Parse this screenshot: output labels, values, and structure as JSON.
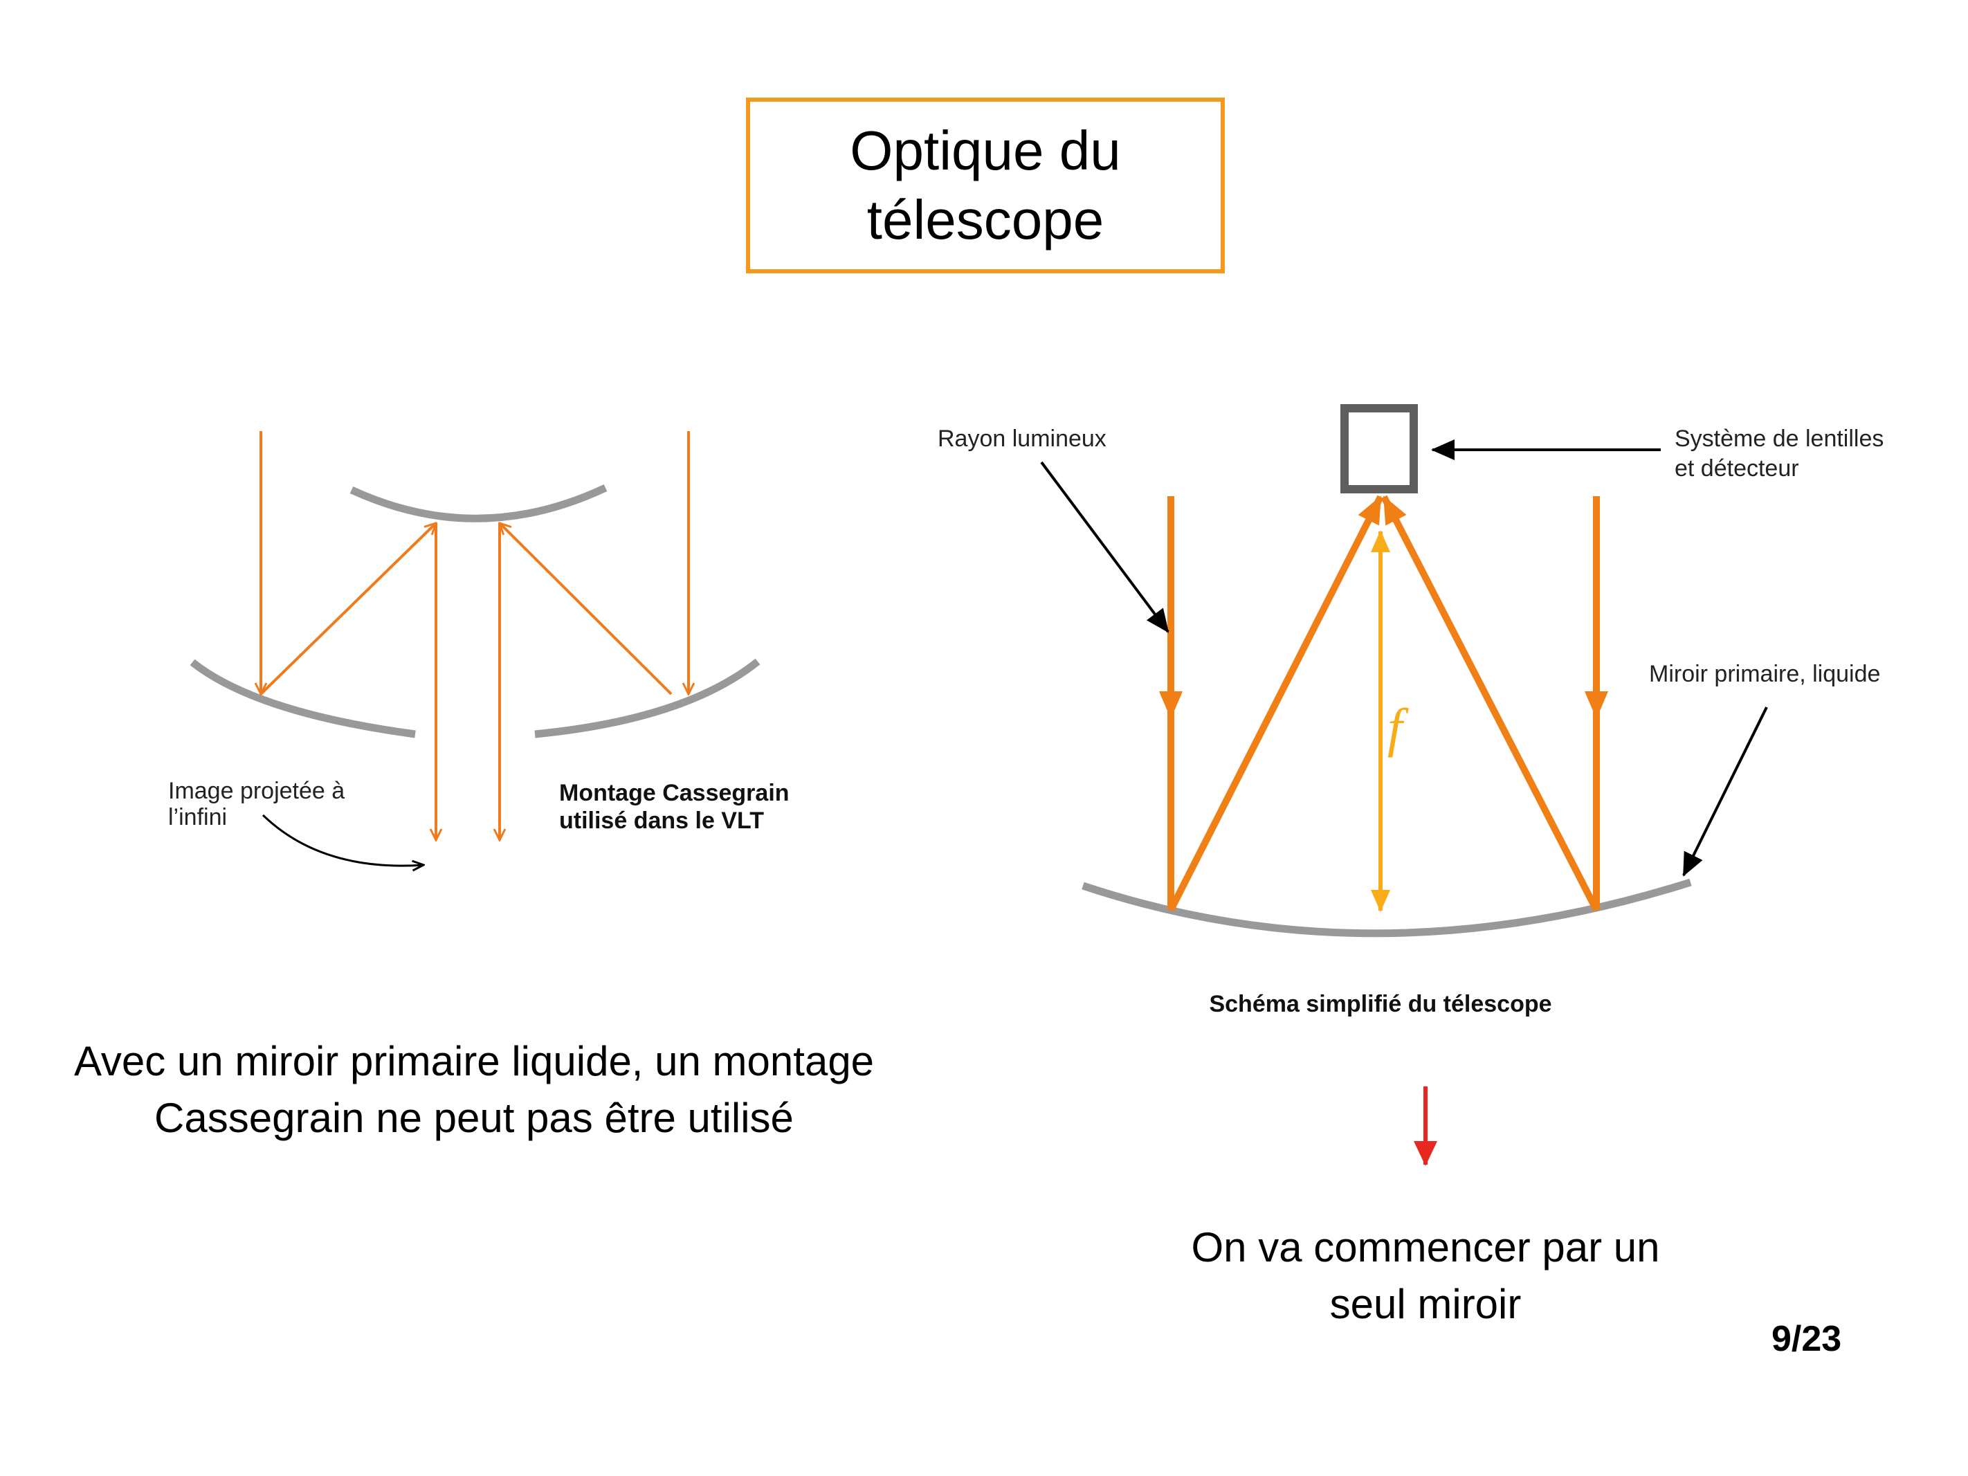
{
  "title": {
    "line1": "Optique du",
    "line2": "télescope"
  },
  "left_diagram": {
    "image_label": [
      "Image projetée à",
      "l’infini"
    ],
    "mount_label": [
      "Montage Cassegrain",
      "utilisé dans le VLT"
    ]
  },
  "right_diagram": {
    "ray_label": "Rayon lumineux",
    "system_label": [
      "Système de lentilles",
      "et détecteur"
    ],
    "mirror_label": "Miroir primaire, liquide",
    "focal_symbol": "f",
    "caption": "Schéma simplifié du télescope"
  },
  "left_text": [
    "Avec un miroir primaire liquide, un montage",
    "Cassegrain ne peut pas être utilisé"
  ],
  "right_text": [
    "On va commencer par un",
    "seul miroir"
  ],
  "page_number": "9/23",
  "colors": {
    "frame": "#f39a1e",
    "ray": "#f07b1d",
    "ray_thick": "#f07f15",
    "focal": "#f8ad18",
    "mirror": "#999999",
    "detector": "#5e5e5e",
    "down_arrow": "#e8281e"
  },
  "icons": [
    "down-arrow-icon"
  ]
}
